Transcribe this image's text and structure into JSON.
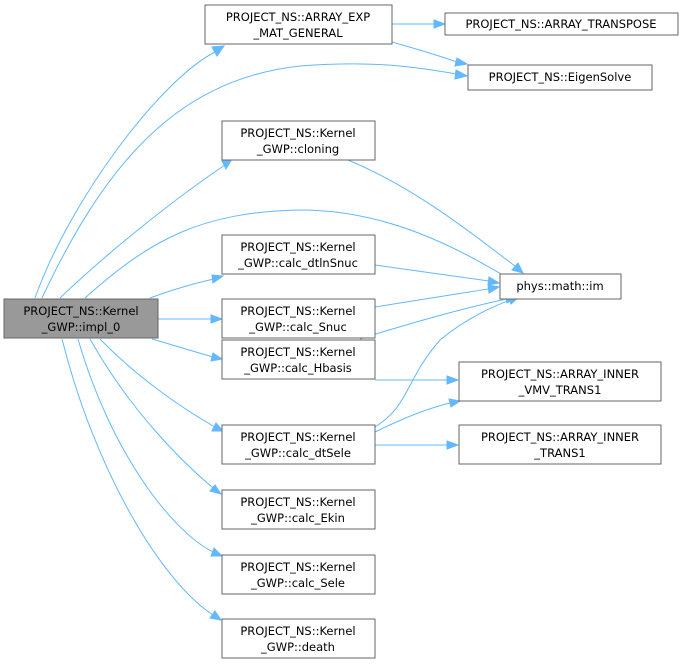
{
  "nodes": {
    "root": [
      "PROJECT_NS::Kernel",
      "_GWP::impl_0"
    ],
    "exp": [
      "PROJECT_NS::ARRAY_EXP",
      "_MAT_GENERAL"
    ],
    "transpose": [
      "PROJECT_NS::ARRAY_TRANSPOSE"
    ],
    "eigen": [
      "PROJECT_NS::EigenSolve"
    ],
    "cloning": [
      "PROJECT_NS::Kernel",
      "_GWP::cloning"
    ],
    "im": [
      "phys::math::im"
    ],
    "dtln": [
      "PROJECT_NS::Kernel",
      "_GWP::calc_dtlnSnuc"
    ],
    "snuc": [
      "PROJECT_NS::Kernel",
      "_GWP::calc_Snuc"
    ],
    "hbasis": [
      "PROJECT_NS::Kernel",
      "_GWP::calc_Hbasis"
    ],
    "vmv": [
      "PROJECT_NS::ARRAY_INNER",
      "_VMV_TRANS1"
    ],
    "dtsele": [
      "PROJECT_NS::Kernel",
      "_GWP::calc_dtSele"
    ],
    "trans1": [
      "PROJECT_NS::ARRAY_INNER",
      "_TRANS1"
    ],
    "ekin": [
      "PROJECT_NS::Kernel",
      "_GWP::calc_Ekin"
    ],
    "sele": [
      "PROJECT_NS::Kernel",
      "_GWP::calc_Sele"
    ],
    "death": [
      "PROJECT_NS::Kernel",
      "_GWP::death"
    ]
  },
  "colors": {
    "edge": "#63b8ff",
    "node_border": "#666666",
    "root_fill": "#999999"
  }
}
